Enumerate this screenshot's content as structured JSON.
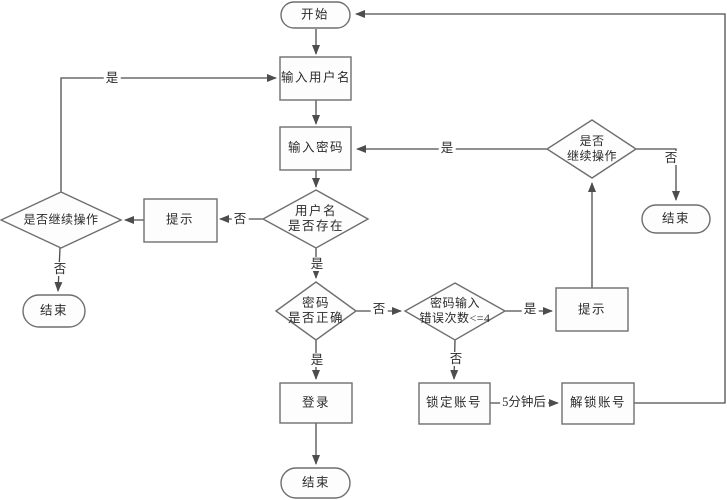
{
  "diagram": {
    "type": "flowchart",
    "language": "zh-CN",
    "subject": "login-process",
    "nodes": {
      "start": {
        "shape": "terminator",
        "label": "开始"
      },
      "input_username": {
        "shape": "process",
        "label": "输入用户名"
      },
      "input_password": {
        "shape": "process",
        "label": "输入密码"
      },
      "username_exists": {
        "shape": "decision",
        "line1": "用户名",
        "line2": "是否存在"
      },
      "prompt_left": {
        "shape": "process",
        "label": "提示"
      },
      "continue_left": {
        "shape": "decision",
        "label": "是否继续操作"
      },
      "end_left": {
        "shape": "terminator",
        "label": "结束"
      },
      "password_correct": {
        "shape": "decision",
        "line1": "密码",
        "line2": "是否正确"
      },
      "error_count": {
        "shape": "decision",
        "line1": "密码输入",
        "line2": "错误次数<=4"
      },
      "prompt_right": {
        "shape": "process",
        "label": "提示"
      },
      "continue_right": {
        "shape": "decision",
        "line1": "是否",
        "line2": "继续操作"
      },
      "end_right": {
        "shape": "terminator",
        "label": "结束"
      },
      "login": {
        "shape": "process",
        "label": "登录"
      },
      "end_bottom": {
        "shape": "terminator",
        "label": "结束"
      },
      "lock_account": {
        "shape": "process",
        "label": "锁定账号"
      },
      "unlock_account": {
        "shape": "process",
        "label": "解锁账号"
      }
    },
    "edge_labels": {
      "yes": "是",
      "no": "否",
      "after_5_minutes": "5分钟后"
    },
    "colors": {
      "stroke": "#4d4d4d",
      "node_border": "#6e6e6e",
      "node_fill": "#fdfdfd",
      "text": "#2b2b2b",
      "background": "#ffffff"
    }
  }
}
